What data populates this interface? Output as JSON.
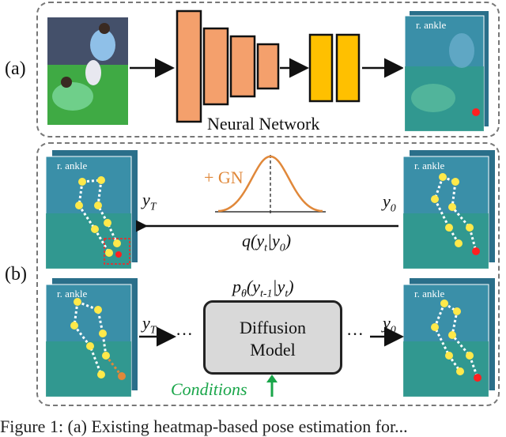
{
  "labels": {
    "a": "(a)",
    "b": "(b)"
  },
  "network": {
    "label": "Neural Network"
  },
  "heatmap_tag": "r. ankle",
  "forward": {
    "gn_label": "+ GN",
    "y_T": "y",
    "y_T_sub": "T",
    "y_0": "y",
    "y_0_sub": "0",
    "q_label": "q(y",
    "q_sub1": "t",
    "q_mid": "|y",
    "q_sub2": "0",
    "q_end": ")"
  },
  "reverse": {
    "p_label": "p",
    "p_theta": "θ",
    "p_open": "(y",
    "p_sub1": "t-1",
    "p_mid": "|y",
    "p_sub2": "t",
    "p_end": ")",
    "y_T": "y",
    "y_T_sub": "T",
    "y_0": "y",
    "y_0_sub": "0",
    "dots": "···"
  },
  "diffusion_model": {
    "line1": "Diffusion",
    "line2": "Model"
  },
  "conditions": "Conditions",
  "caption": "Figure 1: (a) Existing heatmap-based pose estimation for...",
  "colors": {
    "network_orange": "#f4a06c",
    "network_yellow": "#ffc000",
    "gn_orange": "#e0883a",
    "conditions_green": "#1aa64a",
    "heat_bg": "#3a8fa8",
    "keypoint": "#ffe94a",
    "red": "#ff2020"
  }
}
